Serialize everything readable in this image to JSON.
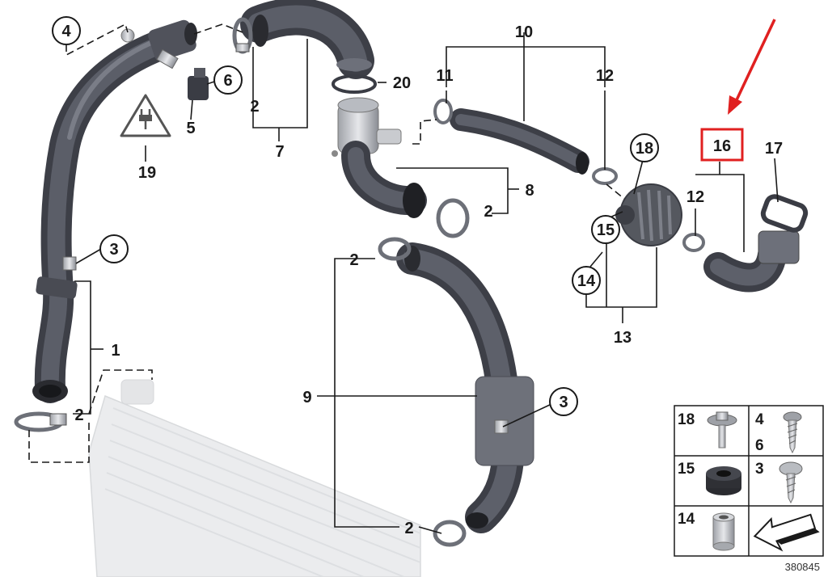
{
  "diagram": {
    "reference_number": "380845",
    "highlight_color": "#e02020",
    "hose_color": "#4a4c55",
    "cooler_color": "#d7d9dc",
    "callouts": [
      {
        "id": "c4",
        "text": "4",
        "circled": true
      },
      {
        "id": "c6",
        "text": "6",
        "circled": true
      },
      {
        "id": "c5",
        "text": "5",
        "circled": false
      },
      {
        "id": "c19",
        "text": "19",
        "circled": false
      },
      {
        "id": "c2a",
        "text": "2",
        "circled": false
      },
      {
        "id": "c7",
        "text": "7",
        "circled": false
      },
      {
        "id": "c20",
        "text": "20",
        "circled": false
      },
      {
        "id": "c10",
        "text": "10",
        "circled": false
      },
      {
        "id": "c11",
        "text": "11",
        "circled": false
      },
      {
        "id": "c12a",
        "text": "12",
        "circled": false
      },
      {
        "id": "c18",
        "text": "18",
        "circled": true
      },
      {
        "id": "c16",
        "text": "16",
        "circled": false,
        "highlighted": true
      },
      {
        "id": "c17",
        "text": "17",
        "circled": false
      },
      {
        "id": "c8",
        "text": "8",
        "circled": false
      },
      {
        "id": "c2b",
        "text": "2",
        "circled": false
      },
      {
        "id": "c12b",
        "text": "12",
        "circled": false
      },
      {
        "id": "c15",
        "text": "15",
        "circled": true
      },
      {
        "id": "c14",
        "text": "14",
        "circled": true
      },
      {
        "id": "c13",
        "text": "13",
        "circled": false
      },
      {
        "id": "c3a",
        "text": "3",
        "circled": true
      },
      {
        "id": "c2c",
        "text": "2",
        "circled": false
      },
      {
        "id": "c1",
        "text": "1",
        "circled": false
      },
      {
        "id": "c2d",
        "text": "2",
        "circled": false
      },
      {
        "id": "c9",
        "text": "9",
        "circled": false
      },
      {
        "id": "c3b",
        "text": "3",
        "circled": true
      },
      {
        "id": "c2e",
        "text": "2",
        "circled": false
      }
    ],
    "legend": [
      {
        "id": "l18",
        "text": "18"
      },
      {
        "id": "l4",
        "text": "4"
      },
      {
        "id": "l6",
        "text": "6"
      },
      {
        "id": "l15",
        "text": "15"
      },
      {
        "id": "l3",
        "text": "3"
      },
      {
        "id": "l14",
        "text": "14"
      }
    ]
  }
}
